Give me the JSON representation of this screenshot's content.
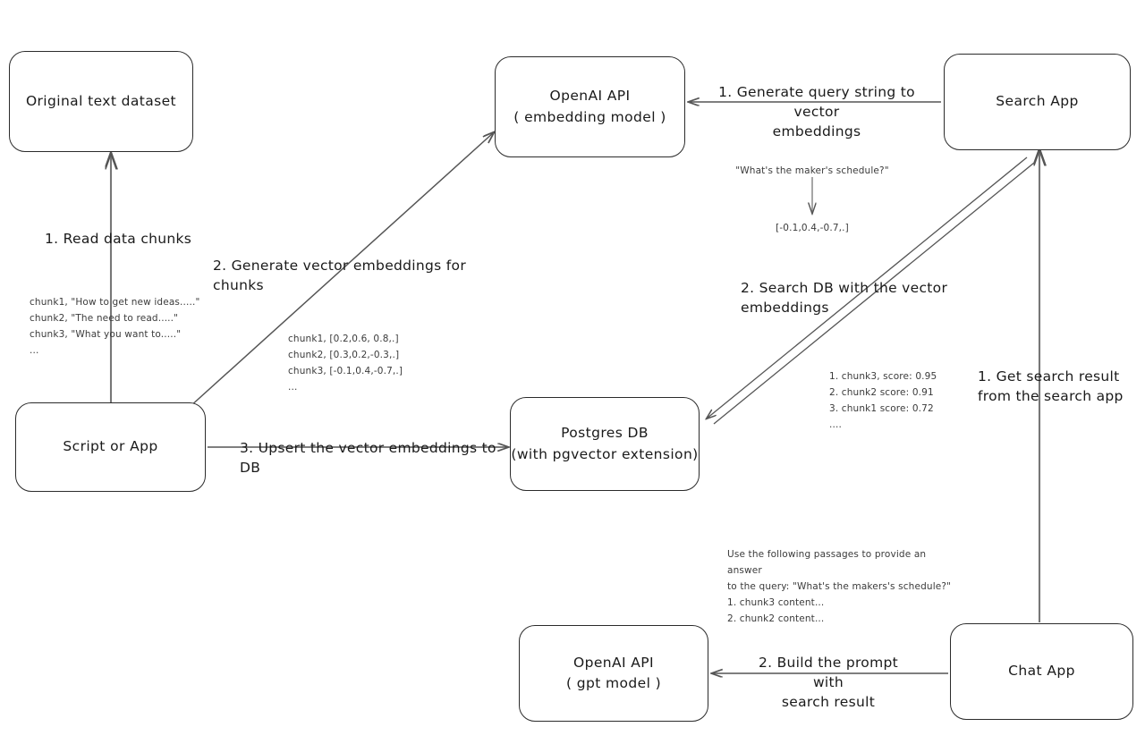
{
  "diagram": {
    "title": "Vector embedding search and chat pipeline",
    "stroke_color": "#2b2b2b",
    "arrow_color": "#555555",
    "text_color": "#1a1a1a",
    "note_color": "#3b3b3b",
    "background": "#ffffff"
  },
  "nodes": {
    "original_dataset": {
      "line1": "Original text dataset"
    },
    "openai_embedding": {
      "line1": "OpenAI API",
      "line2": "( embedding model )"
    },
    "search_app": {
      "line1": "Search App"
    },
    "script_or_app": {
      "line1": "Script or App"
    },
    "postgres_db": {
      "line1": "Postgres DB",
      "line2": "(with pgvector extension)"
    },
    "openai_gpt": {
      "line1": "OpenAI API",
      "line2": "( gpt model )"
    },
    "chat_app": {
      "line1": "Chat App"
    }
  },
  "arrow_labels": {
    "read_data_chunks": "1. Read data chunks",
    "generate_vector_embeddings": "2. Generate vector embeddings for chunks",
    "upsert_to_db": "3. Upsert the vector embeddings  to DB",
    "generate_query_string": "1. Generate query string to vector\nembeddings",
    "search_db": "2. Search DB with the vector embeddings",
    "get_search_result": "1. Get search result\nfrom the search app",
    "build_prompt": "2. Build the prompt with\nsearch result"
  },
  "notes": {
    "source_chunks": "chunk1, \"How to get new ideas.....\"\nchunk2, \"The need to read.....\"\nchunk3, \"What you want to.....\"\n...",
    "chunk_embeddings": "chunk1, [0.2,0.6, 0.8,.]\nchunk2, [0.3,0.2,-0.3,.]\nchunk3, [-0.1,0.4,-0.7,.]\n...",
    "query_text": "\"What's the maker's schedule?\"",
    "query_embedding": "[-0.1,0.4,-0.7,.]",
    "search_results": "1. chunk3, score: 0.95\n2. chunk2 score: 0.91\n3. chunk1 score: 0.72\n....",
    "prompt_text": "Use the following passages to provide an answer\nto the query: \"What's the makers's schedule?\"\n1. chunk3 content...\n2. chunk2 content..."
  }
}
